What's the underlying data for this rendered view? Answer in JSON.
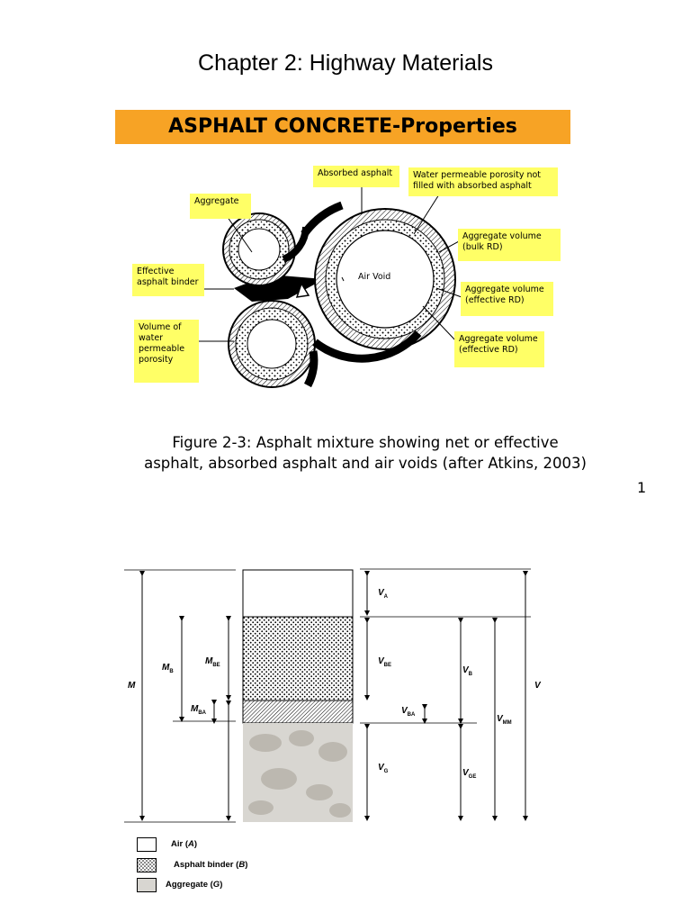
{
  "page": {
    "chapter_title": "Chapter 2: Highway Materials",
    "banner": "ASPHALT CONCRETE-Properties",
    "caption_line1": "Figure 2-3: Asphalt mixture showing net or effective",
    "caption_line2": "asphalt, absorbed asphalt and air voids (after Atkins, 2003)",
    "page_number": "1"
  },
  "figure1": {
    "callouts": {
      "absorbed_asphalt": "Absorbed asphalt",
      "water_permeable": "Water permeable porosity not filled with absorbed asphalt",
      "aggregate": "Aggregate",
      "aggregate_bulk": "Aggregate volume (bulk RD)",
      "effective_binder": "Effective asphalt binder",
      "air_void": "Air Void",
      "aggregate_eff1": "Aggregate volume (effective RD)",
      "volume_water": "Volume of water permeable porosity",
      "aggregate_eff2": "Aggregate volume (effective RD)"
    }
  },
  "figure2": {
    "labels": {
      "M": "M",
      "MB": "M",
      "MB_sub": "B",
      "MBE": "M",
      "MBE_sub": "BE",
      "MBA": "M",
      "MBA_sub": "BA",
      "VA": "V",
      "VA_sub": "A",
      "VBE": "V",
      "VBE_sub": "BE",
      "VB": "V",
      "VB_sub": "B",
      "VBA": "V",
      "VBA_sub": "BA",
      "VMM": "V",
      "VMM_sub": "MM",
      "VG": "V",
      "VG_sub": "G",
      "VGE": "V",
      "VGE_sub": "GE",
      "V": "V"
    },
    "legend": [
      {
        "label": "Air (",
        "sym": "A",
        "close": ")"
      },
      {
        "label": "Asphalt binder (",
        "sym": "B",
        "close": ")"
      },
      {
        "label": "Aggregate (",
        "sym": "G",
        "close": ")"
      }
    ]
  }
}
